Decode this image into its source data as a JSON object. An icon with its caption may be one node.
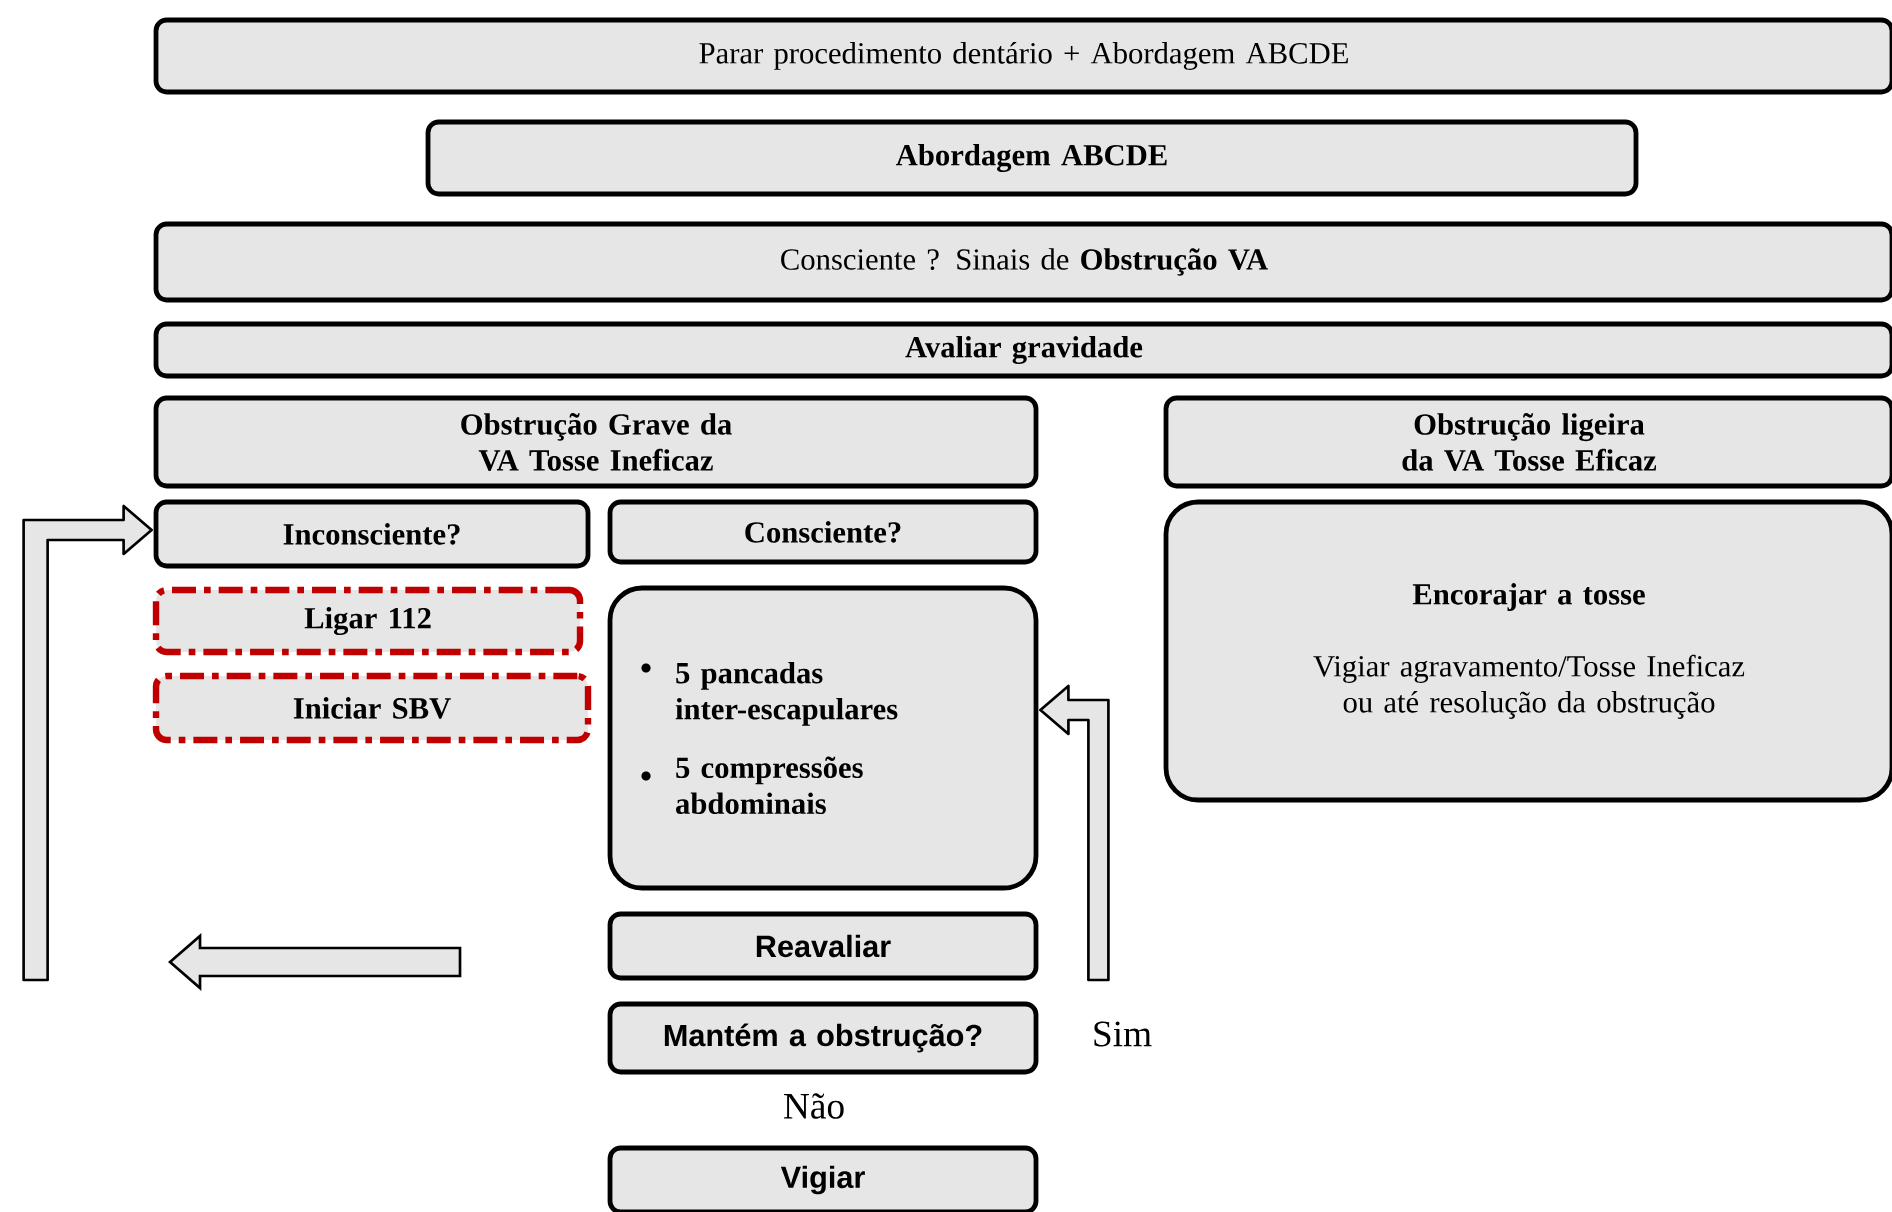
{
  "diagram": {
    "nodes": [
      {
        "text": [
          "Parar procedimento dentário + Abordagem ABCDE"
        ]
      },
      {
        "text": [
          "Abordagem ABCDE"
        ]
      },
      {
        "text": [
          "Consciente ? Sinais de **Obstrução VA**"
        ]
      },
      {
        "text": [
          "Avaliar gravidade"
        ]
      },
      {
        "text": [
          "Obstrução Grave da VA Tosse Ineficaz"
        ]
      },
      {
        "text": [
          "Obstrução ligeira da VA Tosse Eficaz"
        ]
      },
      {
        "text": [
          "Inconsciente?"
        ]
      },
      {
        "text": [
          "Consciente?"
        ]
      },
      {
        "text": [
          "Encorajar a tosse",
          "Vigiar agravamento/Tosse Ineficaz ou até resolução da obstrução"
        ]
      },
      {
        "text": [
          "Ligar 112"
        ]
      },
      {
        "text": [
          "Iniciar SBV"
        ]
      },
      {
        "text": [
          "5 pancadas inter-escapulares",
          "5 compressões abdominais"
        ]
      },
      {
        "text": [
          "Reavaliar"
        ]
      },
      {
        "text": [
          "Mantém a obstrução?"
        ]
      },
      {
        "text": [
          "Vigiar"
        ]
      }
    ],
    "edges": [
      {
        "from": null,
        "to": 11,
        "arrow": "to"
      },
      {
        "from": null,
        "to": 6,
        "arrow": "to"
      }
    ],
    "labels": [
      "Sim",
      "Não"
    ]
  }
}
